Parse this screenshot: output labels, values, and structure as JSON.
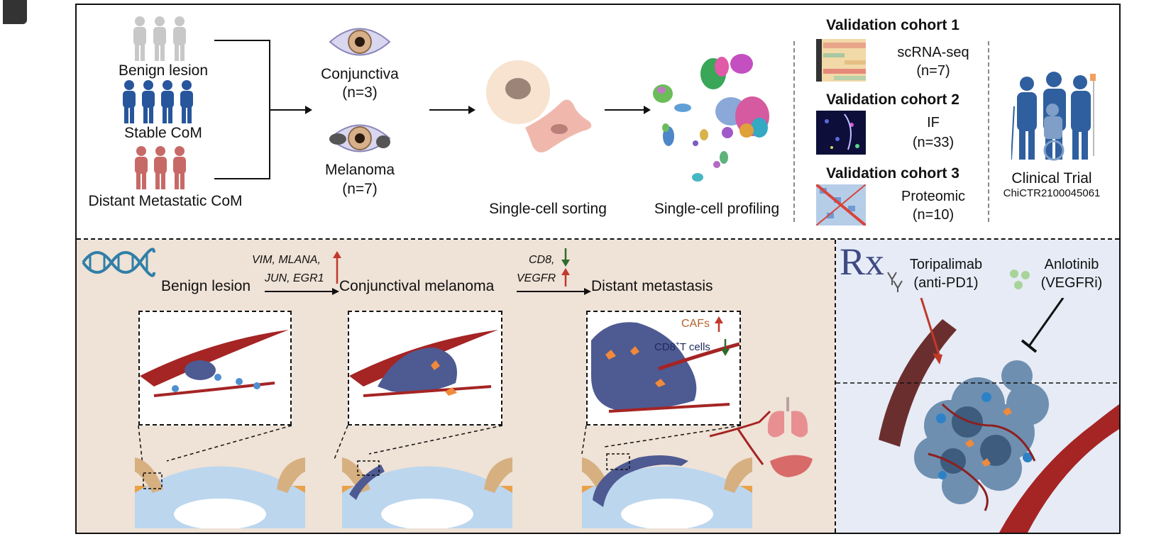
{
  "patient_groups": {
    "benign": "Benign lesion",
    "stable": "Stable CoM",
    "metastatic": "Distant Metastatic CoM"
  },
  "samples": {
    "conjunctiva": "Conjunctiva",
    "conjunctiva_n": "(n=3)",
    "melanoma": "Melanoma",
    "melanoma_n": "(n=7)"
  },
  "steps": {
    "sorting": "Single-cell sorting",
    "profiling": "Single-cell profiling"
  },
  "validation": [
    {
      "title": "Validation cohort 1",
      "method": "scRNA-seq",
      "n": "(n=7)"
    },
    {
      "title": "Validation cohort 2",
      "method": "IF",
      "n": "(n=33)"
    },
    {
      "title": "Validation cohort 3",
      "method": "Proteomic",
      "n": "(n=10)"
    }
  ],
  "clinical_trial": {
    "label": "Clinical Trial",
    "id": "ChiCTR2100045061"
  },
  "progression": {
    "stage1": "Benign lesion",
    "stage2": "Conjunctival melanoma",
    "stage3": "Distant metastasis",
    "genes_up_1": "VIM, MLANA,",
    "genes_up_2": "JUN, EGR1",
    "cd8": "CD8,",
    "vegfr": "VEGFR",
    "cafs": "CAFs",
    "cd8_t_cells_prefix": "CD8",
    "cd8_t_cells_sup": "+",
    "cd8_t_cells_suffix": "T cells"
  },
  "treatment": {
    "rx_symbol": "Rx",
    "drug1": "Toripalimab",
    "drug1_target": "(anti-PD1)",
    "drug2": "Anlotinib",
    "drug2_target": "(VEGFRi)"
  },
  "colors": {
    "up_arrow": "#c0392b",
    "down_arrow": "#2e6b2e",
    "benign_people": "#c8c8c8",
    "stable_people": "#27569c",
    "metastatic_people": "#c76a67",
    "tumor": "#4e5a92",
    "vessel": "#a52424"
  }
}
